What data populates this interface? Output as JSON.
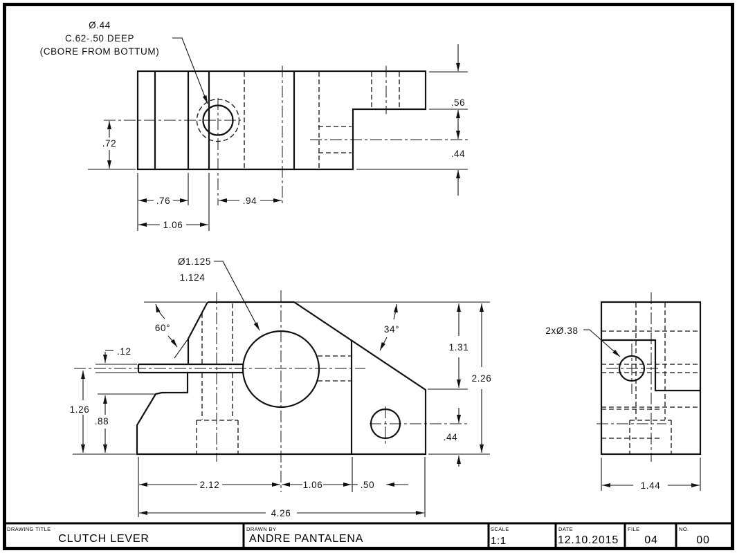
{
  "notes": {
    "cbore_line1": "Ø.44",
    "cbore_line2": "C.62-.50 DEEP",
    "cbore_line3": "(CBORE FROM BOTTUM)",
    "bore_dia_line1": "Ø1.125",
    "bore_dia_line2": "1.124",
    "side_holes": "2xØ.38"
  },
  "top_view": {
    "dims": {
      "d72": ".72",
      "d76": ".76",
      "d106": "1.06",
      "d94": ".94",
      "d56": ".56",
      "d44": ".44"
    }
  },
  "front_view": {
    "dims": {
      "d12": ".12",
      "a60": "60°",
      "a34": "34°",
      "d131": "1.31",
      "d226": "2.26",
      "d44": ".44",
      "d126": "1.26",
      "d88": ".88",
      "d212": "2.12",
      "d106": "1.06",
      "d50": ".50",
      "d426": "4.26"
    }
  },
  "side_view": {
    "dims": {
      "d144": "1.44"
    }
  },
  "title_block": {
    "drawing_title_label": "DRAWING TITLE",
    "drawing_title": "CLUTCH LEVER",
    "drawn_by_label": "DRAWN BY",
    "drawn_by": "ANDRE PANTALENA",
    "scale_label": "SCALE",
    "scale": "1:1",
    "date_label": "DATE",
    "date": "12.10.2015",
    "file_label": "FILE",
    "file": "04",
    "no_label": "NO.",
    "no": "00"
  }
}
